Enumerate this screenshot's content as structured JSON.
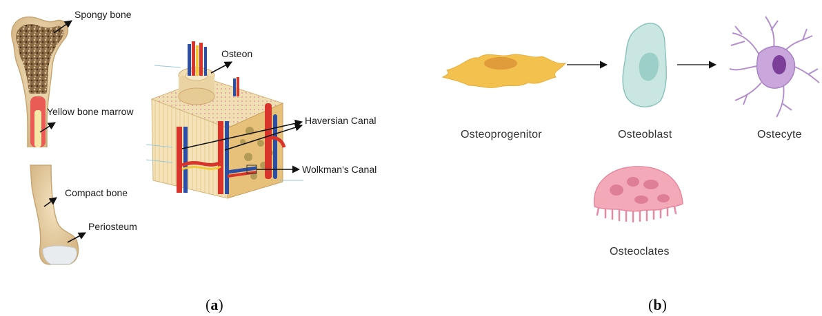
{
  "panel_a": {
    "labels": {
      "spongy": "Spongy bone",
      "marrow": "Yellow bone marrow",
      "compact": "Compact bone",
      "periosteum": "Periosteum",
      "osteon": "Osteon",
      "haversian": "Haversian Canal",
      "wolkman": "Wolkman's Canal"
    },
    "caption_open": "(",
    "caption_letter": "a",
    "caption_close": ")"
  },
  "panel_b": {
    "labels": {
      "osteoprogenitor": "Osteoprogenitor",
      "osteoblast": "Osteoblast",
      "osteocyte": "Ostecyte",
      "osteoclates": "Osteoclates"
    },
    "caption_open": "(",
    "caption_letter": "b",
    "caption_close": ")"
  },
  "colors": {
    "bone": "#e9d3a8",
    "spongy": "#7a5a35",
    "marrow": "#e24a4a",
    "artery": "#d9342b",
    "vein": "#2c4fa3",
    "osteoprogenitor": "#f2c14e",
    "osteoblast": "#c9e6e3",
    "osteocyte": "#c9a7dc",
    "osteoclast": "#f4a9b8"
  }
}
